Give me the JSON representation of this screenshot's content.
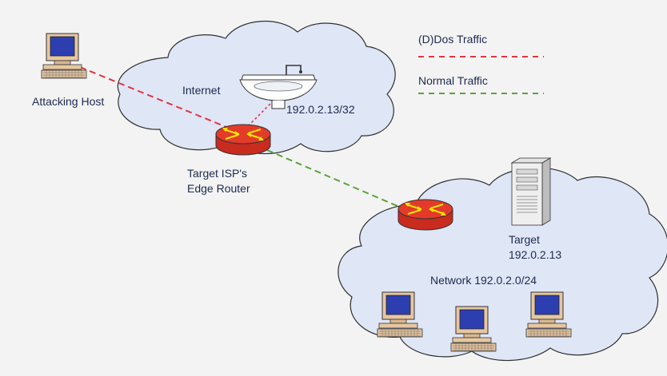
{
  "labels": {
    "attacking_host": "Attacking Host",
    "internet": "Internet",
    "sink_prefix": "192.0.2.13/32",
    "isp_router_line1": "Target ISP's",
    "isp_router_line2": "Edge Router",
    "target_line1": "Target",
    "target_line2": "192.0.2.13",
    "network": "Network 192.0.2.0/24"
  },
  "legend": [
    {
      "label": "(D)Dos Traffic",
      "color": "#e0353f"
    },
    {
      "label": "Normal Traffic",
      "color": "#5aa33a"
    }
  ],
  "colors": {
    "cloud_fill": "#dfe6f6",
    "cloud_stroke": "#2f2f2f",
    "router_red": "#e43a2a",
    "router_arrow": "#f7e600",
    "screen_blue": "#2d3fb0",
    "monitor_beige": "#e7c7a1",
    "ddos": "#e0353f",
    "normal": "#5aa33a"
  },
  "icons": {
    "attacker": "desktop-computer-icon",
    "sink": "sink-icon",
    "isp_router": "router-icon",
    "target_router": "router-icon",
    "target_server": "server-tower-icon",
    "network_hosts": "desktop-computer-icon"
  }
}
